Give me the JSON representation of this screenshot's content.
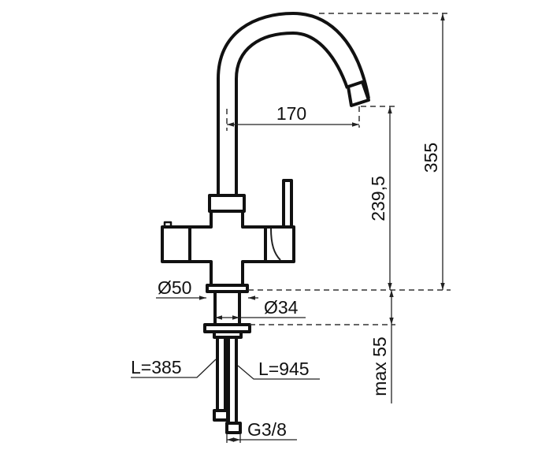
{
  "title": "Tap dimension drawing",
  "dimensions": {
    "spout_reach": "170",
    "total_height": "355",
    "spout_outlet_height": "239,5",
    "max_counter_thickness": "max 55",
    "base_diameter": "Ø50",
    "shank_diameter": "Ø34",
    "hose_length_1": "L=385",
    "hose_length_2": "L=945",
    "connection_thread": "G3/8"
  },
  "colors": {
    "line": "#111111",
    "background": "#ffffff"
  }
}
